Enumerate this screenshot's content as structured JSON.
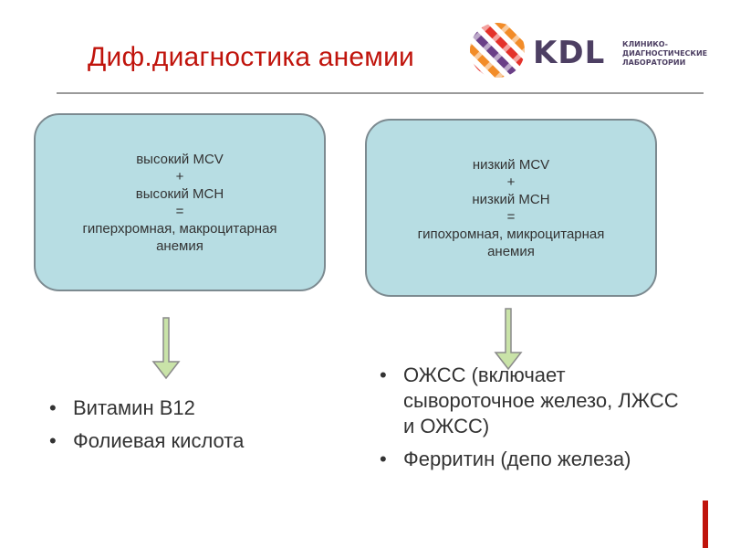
{
  "slide": {
    "title": "Диф.диагностика анемии"
  },
  "logo": {
    "brand": "KDL",
    "subtitle": [
      "КЛИНИКО-",
      "ДИАГНОСТИЧЕСКИЕ",
      "ЛАБОРАТОРИИ"
    ],
    "colors": [
      "#e4322b",
      "#f28c28",
      "#6a3f87"
    ]
  },
  "left_box": {
    "lines": [
      "высокий MCV",
      "+",
      "высокий MCH",
      "=",
      "гиперхромная, макроцитарная",
      "анемия"
    ]
  },
  "right_box": {
    "lines": [
      "низкий MCV",
      "+",
      "низкий MCH",
      "=",
      "гипохромная, микроцитарная",
      "анемия"
    ]
  },
  "left_list": {
    "bullet": "•",
    "items": [
      "Витамин В12",
      "Фолиевая кислота"
    ]
  },
  "right_list": {
    "bullet": "•",
    "items": [
      "ОЖСС (включает сывороточное железо, ЛЖСС и ОЖСС)",
      "Ферритин (депо железа)"
    ]
  },
  "colors": {
    "title": "#c0140c",
    "box_fill": "#b7dde3",
    "box_border": "#7c8a90",
    "arrow_fill": "#c9e3a8",
    "arrow_stroke": "#8a8a8a"
  }
}
